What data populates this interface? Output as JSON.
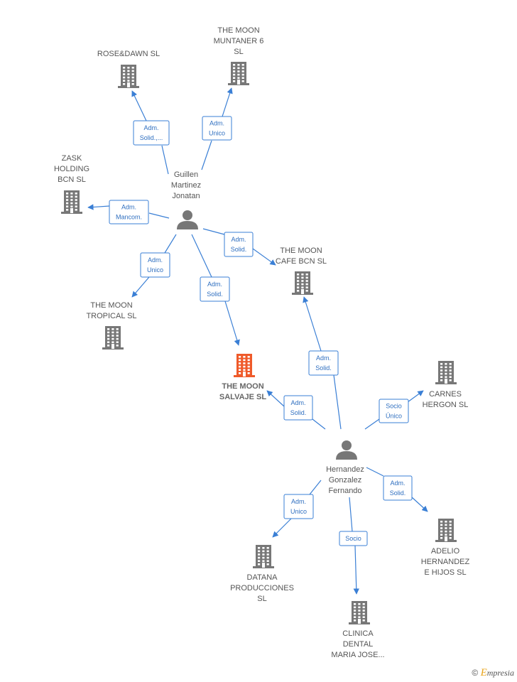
{
  "colors": {
    "edge": "#3a7fd5",
    "company": "#777777",
    "highlight": "#ef5a2a",
    "person": "#777777"
  },
  "nodes": [
    {
      "id": "rose",
      "type": "company",
      "label": [
        "ROSE&DAWN SL"
      ]
    },
    {
      "id": "muntaner",
      "type": "company",
      "label": [
        "THE MOON",
        "MUNTANER 6",
        "SL"
      ]
    },
    {
      "id": "zask",
      "type": "company",
      "label": [
        "ZASK",
        "HOLDING",
        "BCN  SL"
      ]
    },
    {
      "id": "guillen",
      "type": "person",
      "label": [
        "Guillen",
        "Martinez",
        "Jonatan"
      ]
    },
    {
      "id": "cafe",
      "type": "company",
      "label": [
        "THE MOON",
        "CAFE BCN  SL"
      ]
    },
    {
      "id": "tropical",
      "type": "company",
      "label": [
        "THE MOON",
        "TROPICAL  SL"
      ]
    },
    {
      "id": "salvaje",
      "type": "company",
      "highlight": true,
      "label": [
        "THE MOON",
        "SALVAJE  SL"
      ]
    },
    {
      "id": "carnes",
      "type": "company",
      "label": [
        "CARNES",
        "HERGON  SL"
      ]
    },
    {
      "id": "hernandez",
      "type": "person",
      "label": [
        "Hernandez",
        "Gonzalez",
        "Fernando"
      ]
    },
    {
      "id": "datana",
      "type": "company",
      "label": [
        "DATANA",
        "PRODUCCIONES",
        "SL"
      ]
    },
    {
      "id": "clinica",
      "type": "company",
      "label": [
        "CLINICA",
        "DENTAL",
        "MARIA JOSE..."
      ]
    },
    {
      "id": "adelio",
      "type": "company",
      "label": [
        "ADELIO",
        "HERNANDEZ",
        "E HIJOS SL"
      ]
    }
  ],
  "edges": [
    {
      "from": "guillen",
      "to": "rose",
      "label": [
        "Adm.",
        "Solid.,..."
      ]
    },
    {
      "from": "guillen",
      "to": "muntaner",
      "label": [
        "Adm.",
        "Unico"
      ]
    },
    {
      "from": "guillen",
      "to": "zask",
      "label": [
        "Adm.",
        "Mancom."
      ]
    },
    {
      "from": "guillen",
      "to": "cafe",
      "label": [
        "Adm.",
        "Solid."
      ]
    },
    {
      "from": "guillen",
      "to": "tropical",
      "label": [
        "Adm.",
        "Unico"
      ]
    },
    {
      "from": "guillen",
      "to": "salvaje",
      "label": [
        "Adm.",
        "Solid."
      ]
    },
    {
      "from": "hernandez",
      "to": "cafe",
      "label": [
        "Adm.",
        "Solid."
      ]
    },
    {
      "from": "hernandez",
      "to": "salvaje",
      "label": [
        "Adm.",
        "Solid."
      ]
    },
    {
      "from": "hernandez",
      "to": "carnes",
      "label": [
        "Socio",
        "Único"
      ]
    },
    {
      "from": "hernandez",
      "to": "datana",
      "label": [
        "Adm.",
        "Unico"
      ]
    },
    {
      "from": "hernandez",
      "to": "clinica",
      "label": [
        "Socio"
      ]
    },
    {
      "from": "hernandez",
      "to": "adelio",
      "label": [
        "Adm.",
        "Solid."
      ]
    }
  ],
  "watermark": {
    "symbol": "©",
    "brand_initial": "E",
    "brand_rest": "mpresia"
  }
}
